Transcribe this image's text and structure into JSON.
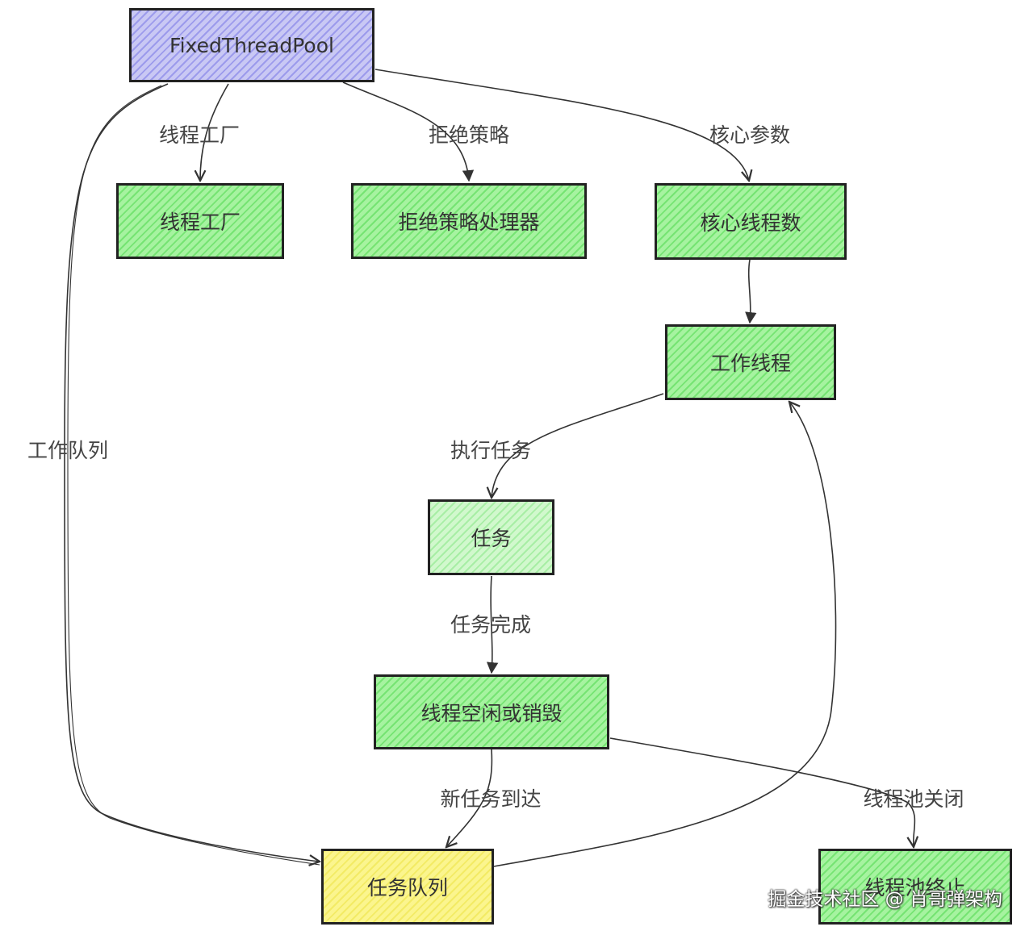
{
  "nodes": {
    "pool": "FixedThreadPool",
    "thread_factory": "线程工厂",
    "rejection_handler": "拒绝策略处理器",
    "core_threads": "核心线程数",
    "worker_thread": "工作线程",
    "task": "任务",
    "idle_or_destroy": "线程空闲或销毁",
    "task_queue": "任务队列",
    "pool_terminated": "线程池终止"
  },
  "edges": {
    "to_factory": "线程工厂",
    "to_rejection": "拒绝策略",
    "to_core": "核心参数",
    "to_queue": "工作队列",
    "execute": "执行任务",
    "task_done": "任务完成",
    "new_task": "新任务到达",
    "shutdown": "线程池关闭"
  },
  "watermark": "掘金技术社区 @ 肖哥弹架构",
  "colors": {
    "blue_fill": "#c9c8f4",
    "green_fill": "#a6f3a0",
    "light_green_fill": "#d1f8cd",
    "yellow_fill": "#fbf58e",
    "stroke": "#222222"
  }
}
